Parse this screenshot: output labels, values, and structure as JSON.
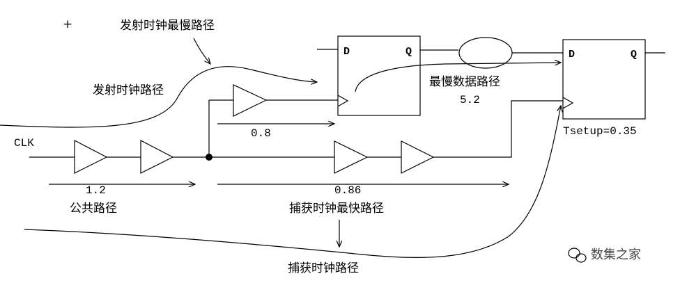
{
  "labels": {
    "launch_slowest": "发射时钟最慢路径",
    "launch_path": "发射时钟路径",
    "slowest_data": "最慢数据路径",
    "data_delay": "5.2",
    "launch_branch_delay": "0.8",
    "tsetup": "Tsetup=0.35",
    "clk": "CLK",
    "common_delay": "1.2",
    "common_path": "公共路径",
    "capture_branch_delay": "0.86",
    "capture_fastest": "捕获时钟最快路径",
    "capture_path": "捕获时钟路径",
    "plus_mark": "+"
  },
  "ff1": {
    "d": "D",
    "q": "Q"
  },
  "ff2": {
    "d": "D",
    "q": "Q"
  },
  "watermark": "数集之家",
  "colors": {
    "stroke": "#000000",
    "background": "#ffffff",
    "watermark": "#444444"
  }
}
